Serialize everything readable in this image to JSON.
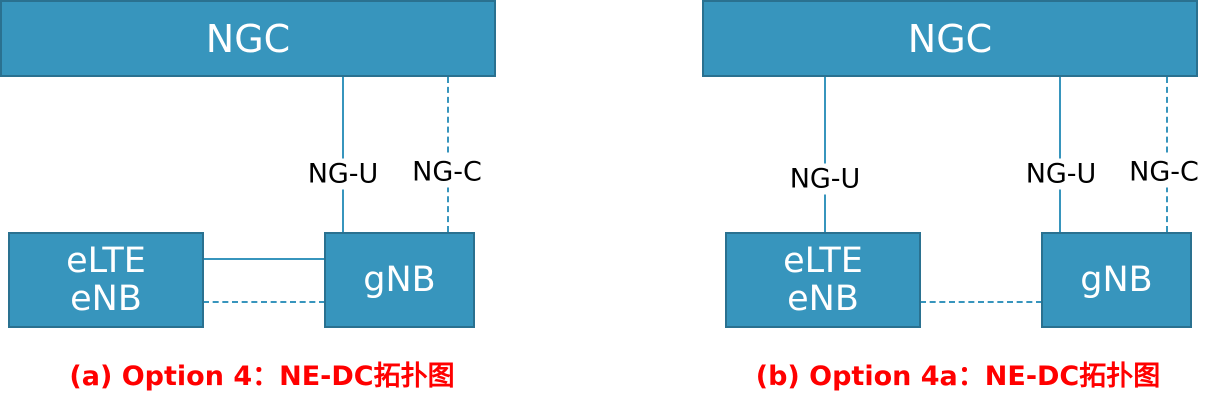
{
  "diagram_a": {
    "core": "NGC",
    "enb_line1": "eLTE",
    "enb_line2": "eNB",
    "gnb": "gNB",
    "label_user_plane": "NG-U",
    "label_control_plane": "NG-C",
    "caption": "(a) Option 4：NE-DC拓扑图"
  },
  "diagram_b": {
    "core": "NGC",
    "enb_line1": "eLTE",
    "enb_line2": "eNB",
    "gnb": "gNB",
    "label_enb_user_plane": "NG-U",
    "label_gnb_user_plane": "NG-U",
    "label_control_plane": "NG-C",
    "caption": "(b) Option 4a：NE-DC拓扑图"
  },
  "colors": {
    "box_fill": "#3795bd",
    "box_border": "#2a7190",
    "caption": "#ff0000"
  },
  "line_styles": {
    "solid": "user plane",
    "dashed": "control plane"
  }
}
